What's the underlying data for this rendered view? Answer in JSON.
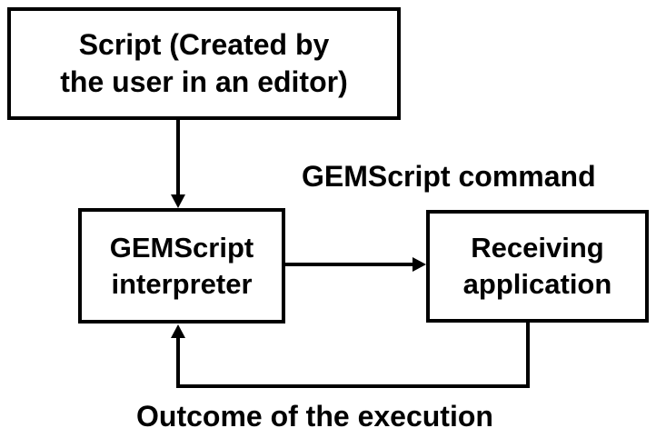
{
  "diagram": {
    "nodes": {
      "script": {
        "line1": "Script (Created by",
        "line2": "the user in an editor)"
      },
      "interpreter": {
        "line1": "GEMScript",
        "line2": "interpreter"
      },
      "receiving": {
        "line1": "Receiving",
        "line2": "application"
      }
    },
    "edge_labels": {
      "command": "GEMScript command",
      "outcome": "Outcome of the execution"
    },
    "edges": [
      {
        "from": "script",
        "to": "interpreter"
      },
      {
        "from": "interpreter",
        "to": "receiving",
        "label": "command"
      },
      {
        "from": "receiving",
        "to": "interpreter",
        "label": "outcome"
      }
    ],
    "colors": {
      "stroke": "#000000",
      "background": "#ffffff"
    }
  }
}
